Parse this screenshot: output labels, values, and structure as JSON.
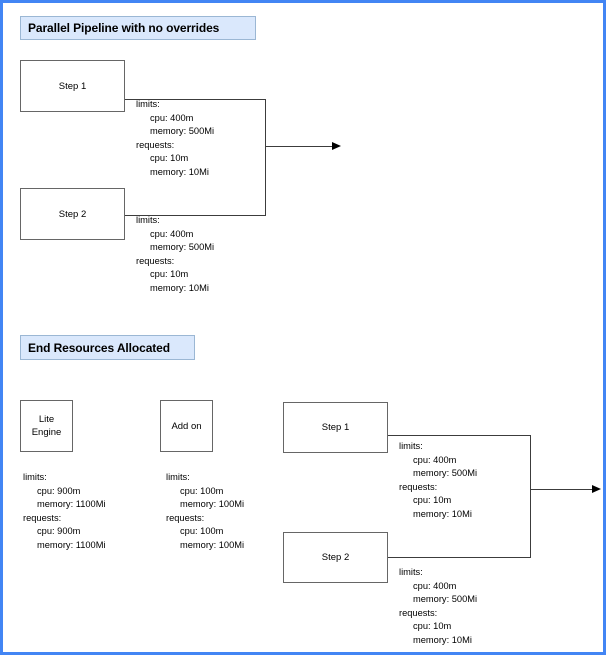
{
  "diagram": {
    "border_color": "#4285f4",
    "header_fill": "#dae8fc",
    "header_border": "#9bb7d4",
    "line_color": "#3c3c3c"
  },
  "sections": [
    {
      "title": "Parallel Pipeline with no overrides",
      "nodes": [
        {
          "label": "Step 1"
        },
        {
          "label": "Step 2"
        }
      ],
      "resources": [
        {
          "limits_label": "limits:",
          "limits_cpu": "cpu: 400m",
          "limits_memory": "memory: 500Mi",
          "requests_label": "requests:",
          "requests_cpu": "cpu: 10m",
          "requests_memory": "memory: 10Mi"
        },
        {
          "limits_label": "limits:",
          "limits_cpu": "cpu: 400m",
          "limits_memory": "memory: 500Mi",
          "requests_label": "requests:",
          "requests_cpu": "cpu: 10m",
          "requests_memory": "memory: 10Mi"
        }
      ]
    },
    {
      "title": "End Resources Allocated",
      "nodes": [
        {
          "label_line1": "Lite",
          "label_line2": "Engine"
        },
        {
          "label_line1": "Add on",
          "label_line2": ""
        },
        {
          "label": "Step 1"
        },
        {
          "label": "Step 2"
        }
      ],
      "resources": [
        {
          "limits_label": "limits:",
          "limits_cpu": "cpu: 900m",
          "limits_memory": "memory: 1100Mi",
          "requests_label": "requests:",
          "requests_cpu": "cpu: 900m",
          "requests_memory": "memory: 1100Mi"
        },
        {
          "limits_label": "limits:",
          "limits_cpu": "cpu: 100m",
          "limits_memory": "memory: 100Mi",
          "requests_label": "requests:",
          "requests_cpu": "cpu: 100m",
          "requests_memory": "memory: 100Mi"
        },
        {
          "limits_label": "limits:",
          "limits_cpu": "cpu: 400m",
          "limits_memory": "memory: 500Mi",
          "requests_label": "requests:",
          "requests_cpu": "cpu: 10m",
          "requests_memory": "memory: 10Mi"
        },
        {
          "limits_label": "limits:",
          "limits_cpu": "cpu: 400m",
          "limits_memory": "memory: 500Mi",
          "requests_label": "requests:",
          "requests_cpu": "cpu: 10m",
          "requests_memory": "memory: 10Mi"
        }
      ]
    }
  ]
}
